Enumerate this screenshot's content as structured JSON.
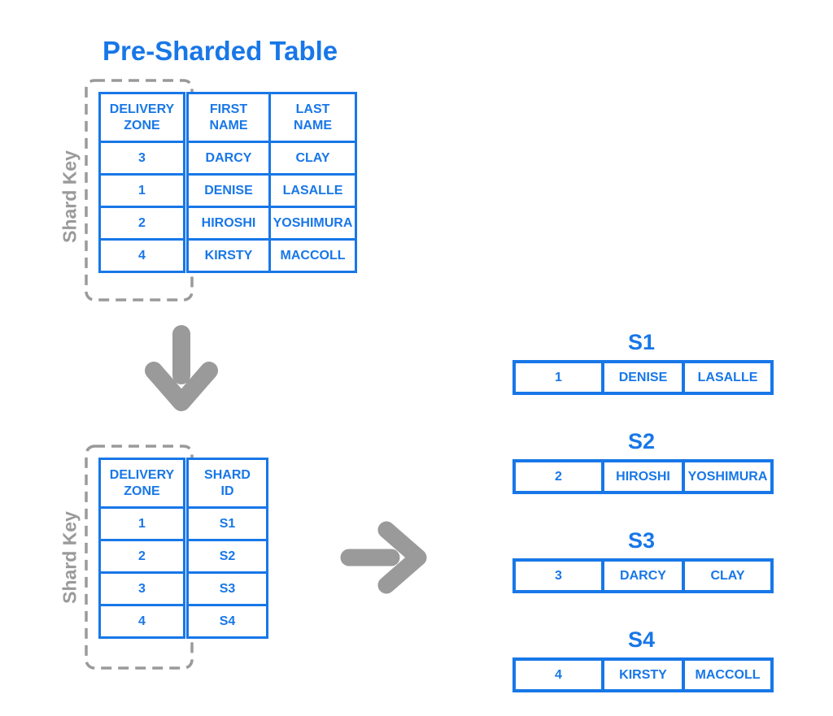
{
  "palette": {
    "blue": "#1877E8",
    "gray": "#9A9A9A",
    "bg": "#FFFFFF"
  },
  "title": "Pre-Sharded Table",
  "shard_key_label": "Shard Key",
  "pre_sharded_table": {
    "headers": [
      "DELIVERY\nZONE",
      "FIRST\nNAME",
      "LAST\nNAME"
    ],
    "rows": [
      [
        "3",
        "DARCY",
        "CLAY"
      ],
      [
        "1",
        "DENISE",
        "LASALLE"
      ],
      [
        "2",
        "HIROSHI",
        "YOSHIMURA"
      ],
      [
        "4",
        "KIRSTY",
        "MACCOLL"
      ]
    ]
  },
  "lookup_table": {
    "headers": [
      "DELIVERY\nZONE",
      "SHARD\nID"
    ],
    "rows": [
      [
        "1",
        "S1"
      ],
      [
        "2",
        "S2"
      ],
      [
        "3",
        "S3"
      ],
      [
        "4",
        "S4"
      ]
    ]
  },
  "shards": [
    {
      "label": "S1",
      "row": [
        "1",
        "DENISE",
        "LASALLE"
      ]
    },
    {
      "label": "S2",
      "row": [
        "2",
        "HIROSHI",
        "YOSHIMURA"
      ]
    },
    {
      "label": "S3",
      "row": [
        "3",
        "DARCY",
        "CLAY"
      ]
    },
    {
      "label": "S4",
      "row": [
        "4",
        "KIRSTY",
        "MACCOLL"
      ]
    }
  ],
  "icons": {
    "down_arrow": "down-arrow",
    "right_arrow": "right-arrow"
  }
}
